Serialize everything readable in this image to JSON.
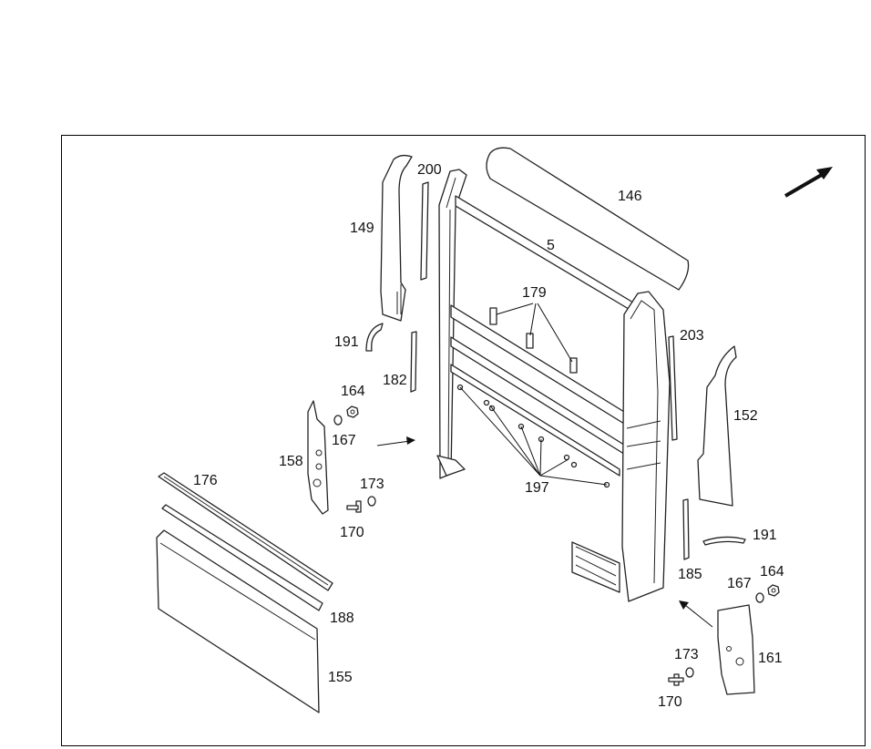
{
  "diagram": {
    "labels": {
      "l146": "146",
      "l5": "5",
      "l200": "200",
      "l149": "149",
      "l179": "179",
      "l203": "203",
      "l191a": "191",
      "l182": "182",
      "l164a": "164",
      "l167a": "167",
      "l152": "152",
      "l158": "158",
      "l173a": "173",
      "l170a": "170",
      "l197": "197",
      "l176": "176",
      "l191b": "191",
      "l185": "185",
      "l167b": "167",
      "l164b": "164",
      "l188": "188",
      "l161": "161",
      "l173b": "173",
      "l155": "155",
      "l170b": "170"
    },
    "colors": {
      "line": "#222222",
      "background": "#ffffff"
    },
    "icons": [
      "direction-arrow-icon",
      "assembly-arrow-icon"
    ]
  }
}
